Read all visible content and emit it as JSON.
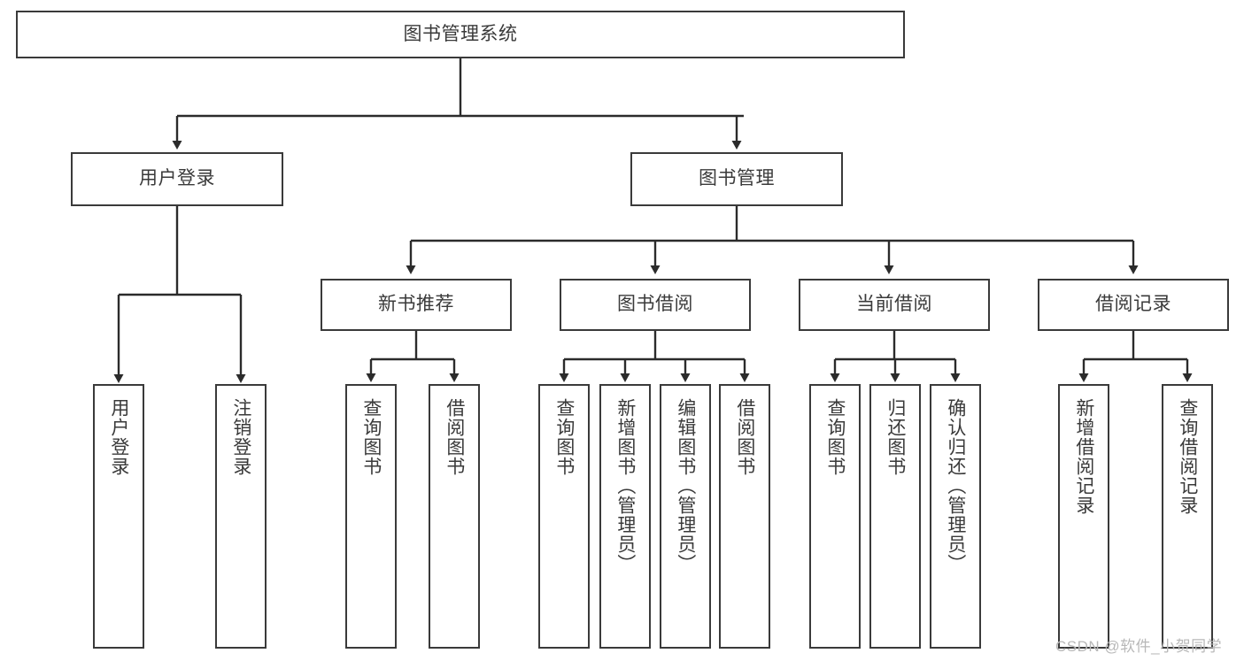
{
  "diagram": {
    "type": "tree-hierarchy",
    "title": "图书管理系统",
    "orientation": "top-down",
    "colors": {
      "node_border": "#3a3a3a",
      "node_fill": "#ffffff",
      "edge": "#2b2b2b",
      "text": "#3a3a3a",
      "watermark": "#b8b8b8"
    },
    "levels": [
      {
        "level": 1,
        "nodes": [
          {
            "id": "root",
            "label": "图书管理系统"
          }
        ]
      },
      {
        "level": 2,
        "nodes": [
          {
            "id": "login",
            "label": "用户登录",
            "parent": "root"
          },
          {
            "id": "bookmgmt",
            "label": "图书管理",
            "parent": "root"
          }
        ]
      },
      {
        "level": 3,
        "nodes": [
          {
            "id": "newbook",
            "label": "新书推荐",
            "parent": "bookmgmt"
          },
          {
            "id": "borrow",
            "label": "图书借阅",
            "parent": "bookmgmt"
          },
          {
            "id": "current",
            "label": "当前借阅",
            "parent": "bookmgmt"
          },
          {
            "id": "records",
            "label": "借阅记录",
            "parent": "bookmgmt"
          }
        ]
      },
      {
        "level": 4,
        "nodes": [
          {
            "id": "leaf1",
            "label": "用户登录",
            "parent": "login"
          },
          {
            "id": "leaf2",
            "label": "注销登录",
            "parent": "login"
          },
          {
            "id": "leaf3",
            "label": "查询图书",
            "parent": "newbook"
          },
          {
            "id": "leaf4",
            "label": "借阅图书",
            "parent": "newbook"
          },
          {
            "id": "leaf5",
            "label": "查询图书",
            "parent": "borrow"
          },
          {
            "id": "leaf6",
            "label": "新增图书（管理员）",
            "parent": "borrow"
          },
          {
            "id": "leaf7",
            "label": "编辑图书（管理员）",
            "parent": "borrow"
          },
          {
            "id": "leaf8",
            "label": "借阅图书",
            "parent": "borrow"
          },
          {
            "id": "leaf9",
            "label": "查询图书",
            "parent": "current"
          },
          {
            "id": "leaf10",
            "label": "归还图书",
            "parent": "current"
          },
          {
            "id": "leaf11",
            "label": "确认归还（管理员）",
            "parent": "current"
          },
          {
            "id": "leaf12",
            "label": "新增借阅记录",
            "parent": "records"
          },
          {
            "id": "leaf13",
            "label": "查询借阅记录",
            "parent": "records"
          }
        ]
      }
    ]
  },
  "watermark": {
    "text": "CSDN @软件_小贺同学"
  }
}
